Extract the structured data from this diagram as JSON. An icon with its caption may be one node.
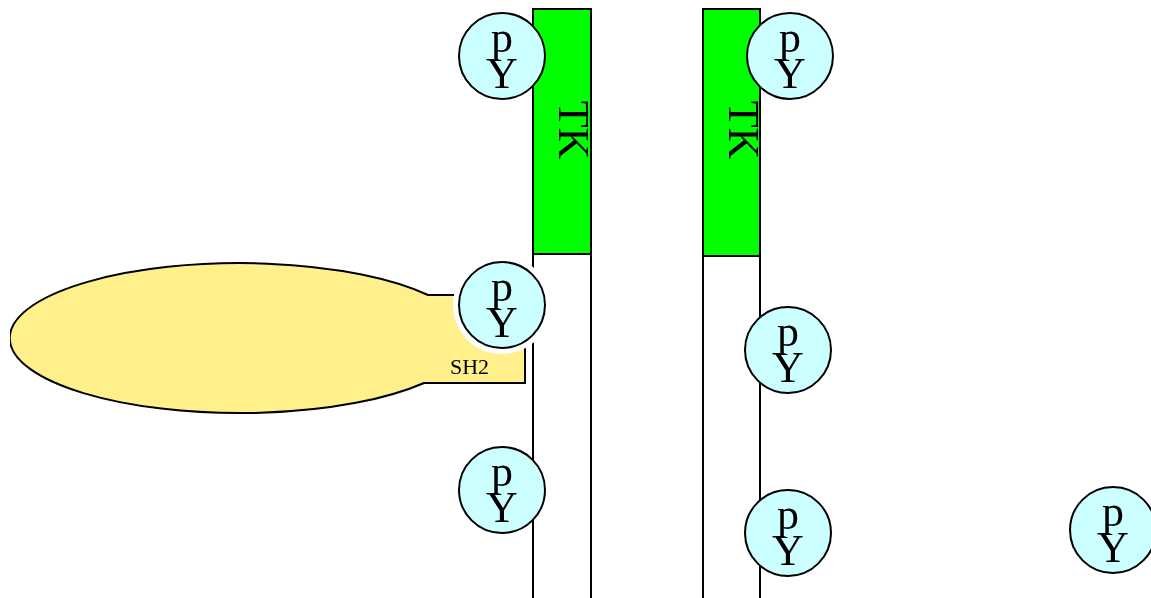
{
  "diagram": {
    "nodes": [
      {
        "text": [],
        "shape": "bar"
      },
      {
        "text": [
          "TK"
        ],
        "in": 0
      },
      {
        "text": [],
        "shape": "bar"
      },
      {
        "text": [
          "TK"
        ],
        "in": 2
      },
      {
        "text": [
          "p Y"
        ]
      },
      {
        "text": [
          "p Y"
        ]
      },
      {
        "text": [
          "p Y"
        ]
      },
      {
        "text": [
          "p Y"
        ]
      },
      {
        "text": [
          "p Y"
        ]
      },
      {
        "text": [
          "p Y"
        ]
      },
      {
        "text": [
          "p Y"
        ]
      },
      {
        "text": [
          "SH2"
        ]
      }
    ]
  }
}
